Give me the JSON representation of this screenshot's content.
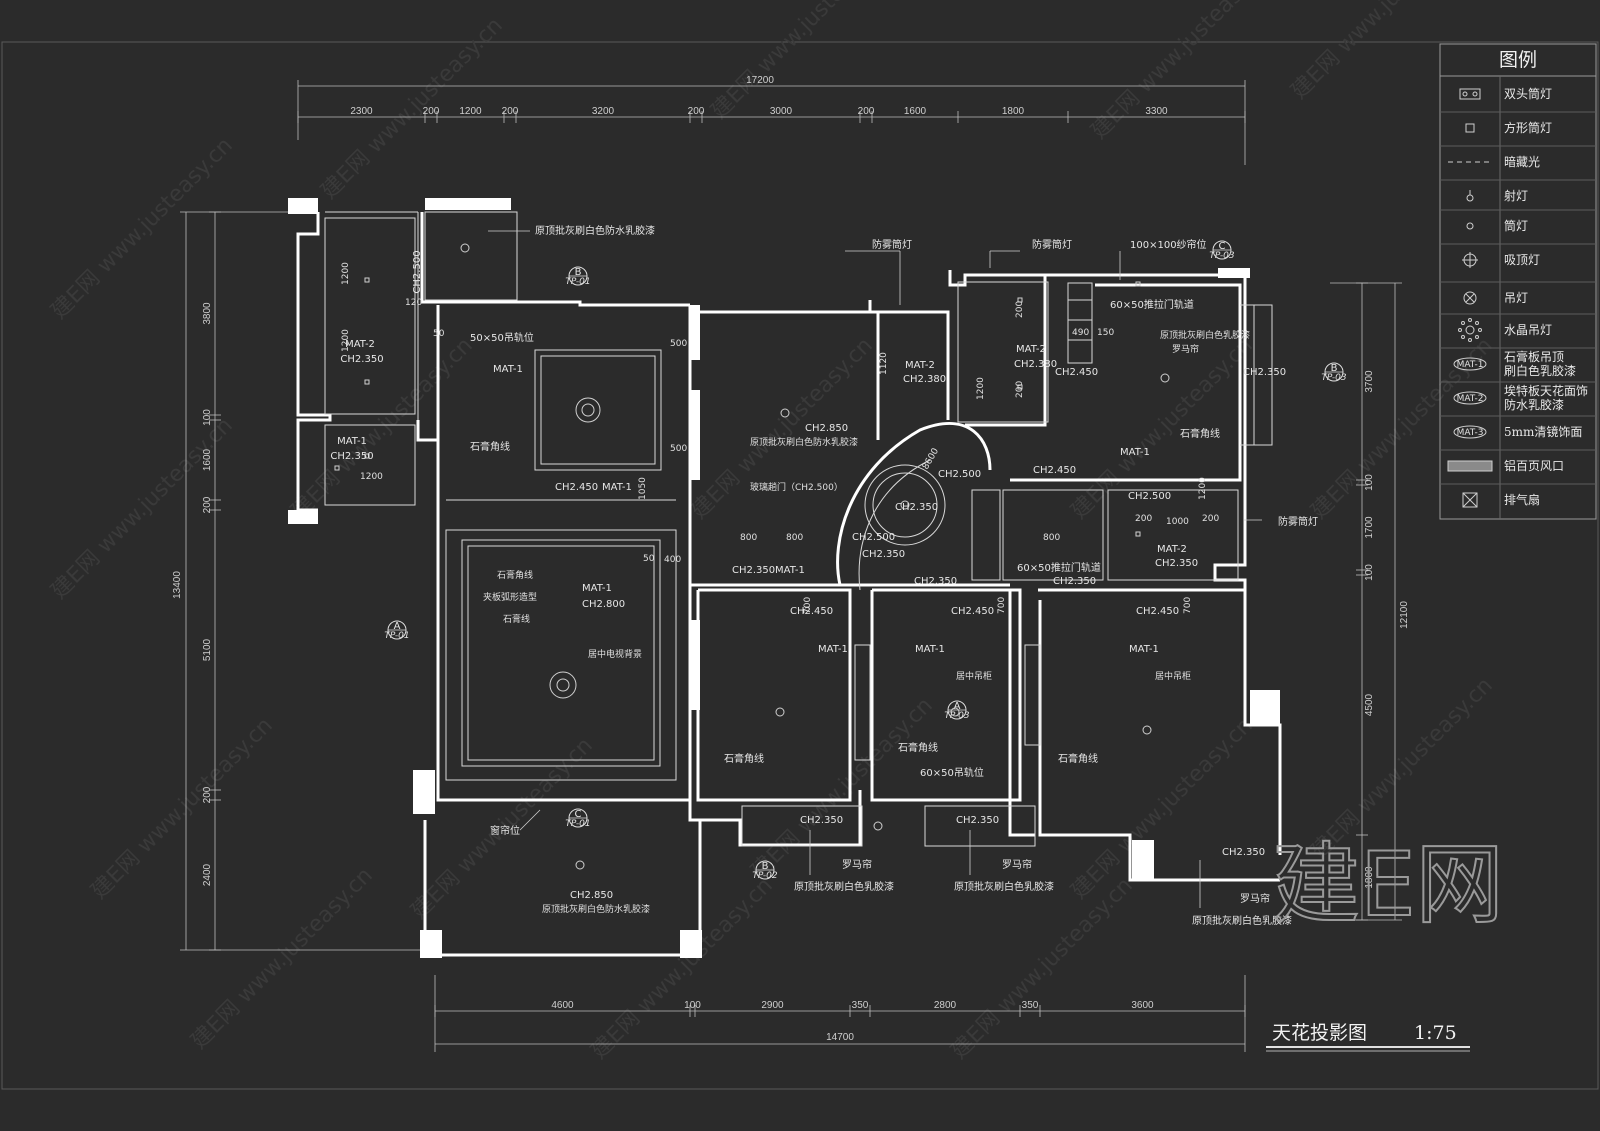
{
  "title": "天花投影图",
  "scale": "1:75",
  "brand": "建E网",
  "watermark": "建E网 www.justeasy.cn",
  "legend": {
    "title": "图例",
    "items": [
      {
        "icon": "double-downlight-icon",
        "label": "双头筒灯"
      },
      {
        "icon": "square-downlight-icon",
        "label": "方形筒灯"
      },
      {
        "icon": "hidden-light-icon",
        "label": "暗藏光"
      },
      {
        "icon": "spotlight-icon",
        "label": "射灯"
      },
      {
        "icon": "downlight-icon",
        "label": "筒灯"
      },
      {
        "icon": "ceiling-light-icon",
        "label": "吸顶灯"
      },
      {
        "icon": "pendant-light-icon",
        "label": "吊灯"
      },
      {
        "icon": "crystal-chandelier-icon",
        "label": "水晶吊灯"
      },
      {
        "icon": "mat1-tag-icon",
        "tag": "MAT-1",
        "label": "石膏板吊顶",
        "label2": "刷白色乳胶漆"
      },
      {
        "icon": "mat2-tag-icon",
        "tag": "MAT-2",
        "label": "埃特板天花面饰",
        "label2": "防水乳胶漆"
      },
      {
        "icon": "mat3-tag-icon",
        "tag": "MAT-3",
        "label": "5mm清镜饰面"
      },
      {
        "icon": "aluminum-louver-icon",
        "label": "铝百页风口"
      },
      {
        "icon": "exhaust-fan-icon",
        "label": "排气扇"
      }
    ]
  },
  "dims": {
    "top_total": "17200",
    "top": [
      "2300",
      "200",
      "1200",
      "200",
      "3200",
      "200",
      "3000",
      "200",
      "1600",
      "1800",
      "3300"
    ],
    "bottom_total": "14700",
    "bottom": [
      "4600",
      "100",
      "2900",
      "350",
      "2800",
      "350",
      "3600"
    ],
    "left_total": "13400",
    "left": [
      "3800",
      "100",
      "1600",
      "200",
      "5100",
      "200",
      "2400"
    ],
    "right_total": "12100",
    "right": [
      "3700",
      "100",
      "1700",
      "100",
      "4500",
      "1800"
    ]
  },
  "labels": {
    "top_mat2": "MAT-2",
    "top_ch2350_a": "CH2.350",
    "mat1_a": "MAT-1",
    "ch2350_b": "CH2.350",
    "ch2500_v": "CH2.500",
    "yuanding_1": "原顶批灰刷白色防水乳胶漆",
    "b_tp01": "B",
    "tp01": "TP-01",
    "rail_50": "50×50吊轨位",
    "mat1_b": "MAT-1",
    "gypsum_1": "石膏角线",
    "ch2450_a": "CH2.450",
    "mat1_c": "MAT-1",
    "fog_1": "防雾筒灯",
    "fog_2": "防雾筒灯",
    "fog_3": "防雾筒灯",
    "curtain_100": "100×100纱帘位",
    "c_tp03": "C",
    "tp03": "TP-03",
    "rail_60_1": "60×50推拉门轨道",
    "yuanding_2": "原顶批灰刷白色乳胶漆",
    "roman_1": "罗马帘",
    "mat2_b": "MAT-2",
    "ch2380_a": "CH2.380",
    "mat2_c": "MAT-2",
    "ch2380_b": "CH2.380",
    "ch2450_b": "CH2.450",
    "ch2350_c": "CH2.350",
    "b_tp03": "B",
    "tp03_b": "TP-03",
    "gypsum_2": "石膏角线",
    "mat1_d": "MAT-1",
    "ch2850_a": "CH2.850",
    "yuanding_3": "原顶批灰刷白色防水乳胶漆",
    "glass_door": "玻璃趟门（CH2.500）",
    "ch2500_b": "CH2.500",
    "ch2350_d": "CH2.350",
    "ch2450_c": "CH2.450",
    "ch2500_c": "CH2.500",
    "mat2_d": "MAT-2",
    "ch2350_e": "CH2.350",
    "rail_60_2": "60×50推拉门轨道",
    "ch2350_f": "CH2.350",
    "gypsum_3": "石膏角线",
    "jiaban": "夹板弧形造型",
    "gypsum_4": "石膏线",
    "mat1_e": "MAT-1",
    "ch2800": "CH2.800",
    "tv_bg": "居中电视背景",
    "a_tp01": "A",
    "tp01_b": "TP-01",
    "ch2500_d": "CH2.500",
    "ch2350_g": "CH2.350",
    "ch2350_h": "CH2.350",
    "mat1_f": "MAT-1",
    "ch2350_i": "CH2.350",
    "ch2450_d": "CH2.450",
    "mat1_g": "MAT-1",
    "gypsum_5": "石膏角线",
    "ch2450_e": "CH2.450",
    "mat1_h": "MAT-1",
    "center_1": "居中吊柜",
    "a_tp03": "A",
    "tp03_c": "TP-03",
    "gypsum_6": "石膏角线",
    "rail_50_b": "60×50吊轨位",
    "ch2450_f": "CH2.450",
    "mat1_i": "MAT-1",
    "center_2": "居中吊柜",
    "gypsum_7": "石膏角线",
    "curtain_pos": "窗帘位",
    "c_tp01": "C",
    "tp01_c": "TP-01",
    "ch2850_b": "CH2.850",
    "yuanding_4": "原顶批灰刷白色防水乳胶漆",
    "ch2350_j": "CH2.350",
    "ch2350_k": "CH2.350",
    "b_tp02": "B",
    "tp02": "TP-02",
    "roman_2": "罗马帘",
    "yuanding_5": "原顶批灰刷白色乳胶漆",
    "roman_3": "罗马帘",
    "yuanding_6": "原顶批灰刷白色乳胶漆",
    "ch2350_l": "CH2.350",
    "roman_4": "罗马帘",
    "yuanding_7": "原顶批灰刷白色乳胶漆",
    "d1200a": "1200",
    "d1200b": "1200",
    "d1200c": "1200",
    "d120": "120",
    "d50a": "50",
    "d500a": "500",
    "d500b": "500",
    "d1050": "1050",
    "d800a": "800",
    "d800b": "800",
    "d50b": "50",
    "d400": "400",
    "d200a": "200",
    "d200b": "200",
    "d490": "490",
    "d150": "150",
    "d1120": "1120",
    "d800c": "800",
    "d700a": "700",
    "d700b": "700",
    "d700c": "700",
    "d200c": "200",
    "d1000": "1000",
    "d200d": "200",
    "d1200d": "1200",
    "d8600": "8600",
    "d1200e": "1200"
  }
}
